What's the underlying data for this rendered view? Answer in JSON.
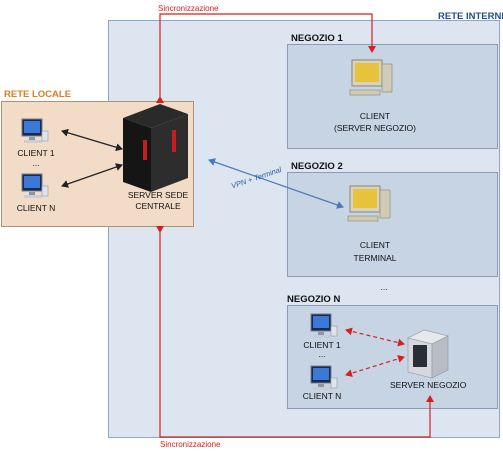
{
  "sync_top": "Sincronizzazione",
  "sync_bottom": "Sincronizzazione",
  "rete_internet": "RETE INTERNET",
  "rete_locale": "RETE LOCALE",
  "client1": "CLIENT 1",
  "client_dots": "...",
  "clientN": "CLIENT N",
  "server_sede_1": "SERVER SEDE",
  "server_sede_2": "CENTRALE",
  "vpn": "VPN + Terminal",
  "negozio1_title": "NEGOZIO 1",
  "negozio1_l1": "CLIENT",
  "negozio1_l2": "(SERVER NEGOZIO)",
  "negozio2_title": "NEGOZIO 2",
  "negozio2_l1": "CLIENT",
  "negozio2_l2": "TERMINAL",
  "between_dots": "...",
  "negozioN_title": "NEGOZIO N",
  "negN_client1": "CLIENT 1",
  "negN_dots": "...",
  "negN_clientN": "CLIENT N",
  "server_negozio": "SERVER NEGOZIO",
  "colors": {
    "sync": "#d32121",
    "vpn": "#4a7ab8",
    "internet_bg": "#dde6f0",
    "local_bg": "#f3dcc7",
    "local_title": "#e07b20",
    "internet_title": "#1f4e8c"
  }
}
